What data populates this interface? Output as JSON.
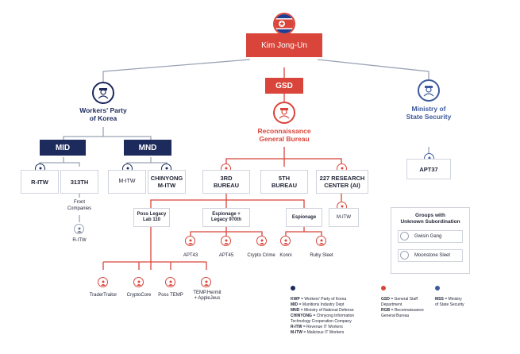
{
  "top": {
    "flag_name": "north-korea-flag",
    "label": "Kim Jong-Un"
  },
  "gsd": {
    "label": "GSD"
  },
  "branches": {
    "kwp": "Workers' Party\nof Korea",
    "rgb": "Reconnaissance\nGeneral Bureau",
    "mss": "Ministry of\nState Security"
  },
  "units": {
    "mid": "MID",
    "mnd": "MND",
    "r_itw": "R-ITW",
    "n313": "313TH",
    "front": "Front\nCompanies",
    "r_itw_small": "R-ITW",
    "m_itw": "M-ITW",
    "chinyong": "CHINYONG\nM-ITW",
    "b3": "3RD\nBUREAU",
    "b5": "5TH\nBUREAU",
    "c227": "227 RESEARCH\nCENTER (AI)",
    "m_itw_227": "M-ITW",
    "apt37": "APT37"
  },
  "groups": {
    "poss_legacy": "Poss Legacy\nLab 110",
    "espionage_970": "Espionage +\nLegacy 970th",
    "espionage": "Espionage",
    "apt43": "APT43",
    "apt45": "APT45",
    "crypto_crime": "Crypto Crime",
    "konni": "Konni",
    "ruby_sleet": "Ruby Sleet",
    "trader_traitor": "TraderTraitor",
    "cryptocore": "CryptoCore",
    "poss_temp": "Poss TEMP",
    "temp_hermit": "TEMP.Hermit\n+ AppleJeus"
  },
  "unknown_box": {
    "title": "Groups with\nUnknown Subordination",
    "items": [
      "Gwisin Gang",
      "Moonstone Sleet"
    ]
  },
  "legend": {
    "col1": [
      {
        "abbr": "KWP",
        "text": " = Workers' Party of Korea"
      },
      {
        "abbr": "MID",
        "text": " = Munitions Industry Dept"
      },
      {
        "abbr": "MND",
        "text": " = Ministry of National Defense"
      },
      {
        "abbr": "CHINYONG",
        "text": " = Chinyong Information"
      },
      {
        "abbr": "",
        "text": "Technology Cooperation Company"
      },
      {
        "abbr": "R-ITW",
        "text": " = Revenue IT Workers"
      },
      {
        "abbr": "M-ITW",
        "text": " = Malicious IT Workers"
      }
    ],
    "col2": [
      {
        "abbr": "GSD",
        "text": " = General Staff"
      },
      {
        "abbr": "",
        "text": "Department"
      },
      {
        "abbr": "RGB",
        "text": " = Reconnaissance"
      },
      {
        "abbr": "",
        "text": "General Bureau"
      }
    ],
    "col3": [
      {
        "abbr": "MSS",
        "text": " = Ministry"
      },
      {
        "abbr": "",
        "text": "of State Security"
      }
    ]
  },
  "colors": {
    "red": "#d9453b",
    "navy": "#1c2a5c",
    "blue": "#3d5a9e",
    "gray_line": "#9aa3b5"
  }
}
